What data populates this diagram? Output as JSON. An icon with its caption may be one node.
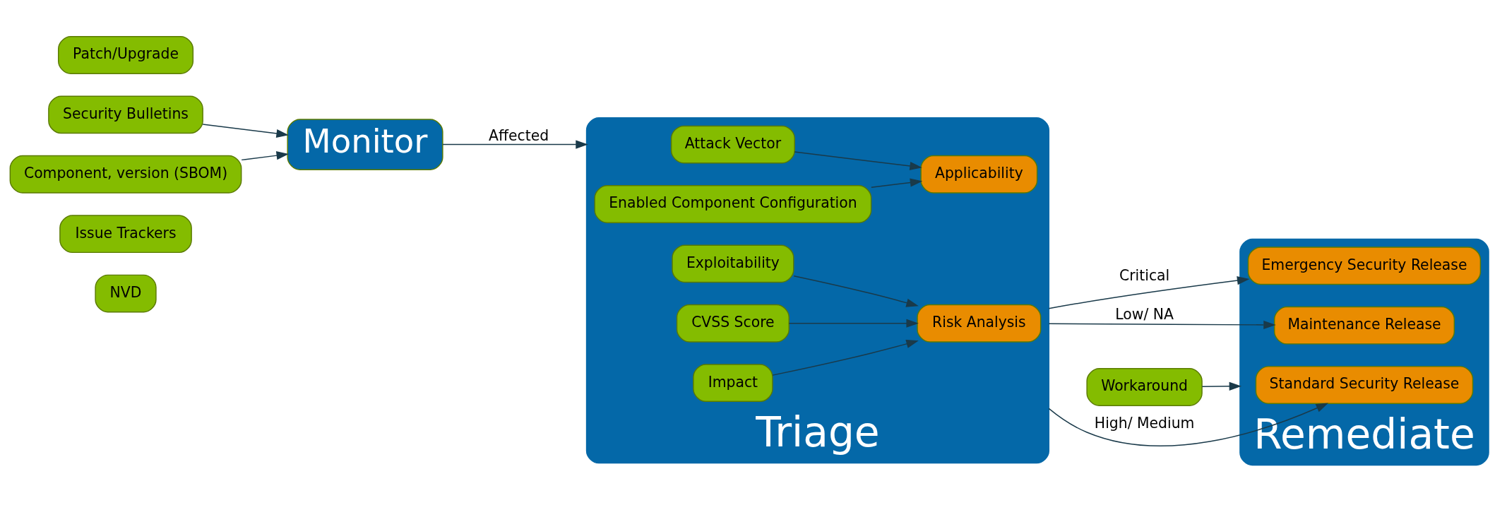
{
  "diagram": {
    "nodes": [
      {
        "text": [
          "NVD"
        ]
      },
      {
        "text": [
          "Issue Trackers"
        ]
      },
      {
        "text": [
          "Security Bulletins"
        ]
      },
      {
        "text": [
          "Monitor"
        ]
      },
      {
        "text": [
          "Component, version (SBOM)"
        ]
      },
      {
        "text": [
          "Triage"
        ]
      },
      {
        "text": [
          "Attack Vector"
        ],
        "in": 5
      },
      {
        "text": [
          "Exploitability"
        ],
        "in": 5
      },
      {
        "text": [
          "Applicability"
        ],
        "in": 5
      },
      {
        "text": [
          "Risk Analysis"
        ],
        "in": 5
      },
      {
        "text": [
          "Enabled Component Configuration"
        ],
        "in": 5
      },
      {
        "text": [
          "Impact"
        ],
        "in": 5
      },
      {
        "text": [
          "CVSS Score"
        ],
        "in": 5
      },
      {
        "text": [
          "Patch/Upgrade"
        ]
      },
      {
        "text": [
          "Workaround"
        ]
      },
      {
        "text": [
          "Remediate"
        ]
      },
      {
        "text": [
          "Emergency Security Release"
        ],
        "in": 15
      },
      {
        "text": [
          "Standard Security Release"
        ],
        "in": 15
      },
      {
        "text": [
          "Maintenance Release"
        ],
        "in": 15
      }
    ],
    "edges": [
      {
        "from": 2,
        "to": 3,
        "arrow": "to"
      },
      {
        "from": 4,
        "to": 3,
        "arrow": "to"
      },
      {
        "from": 3,
        "to": 5,
        "arrow": "to",
        "label": "Affected"
      },
      {
        "from": 6,
        "to": 8,
        "arrow": "to"
      },
      {
        "from": 10,
        "to": 8,
        "arrow": "to"
      },
      {
        "from": 7,
        "to": 9,
        "arrow": "to"
      },
      {
        "from": 11,
        "to": 9,
        "arrow": "to"
      },
      {
        "from": 12,
        "to": 9,
        "arrow": "to"
      },
      {
        "from": 14,
        "to": 15,
        "arrow": "to"
      },
      {
        "from": 5,
        "to": 16,
        "arrow": "to",
        "label": "Critical"
      },
      {
        "from": 5,
        "to": 17,
        "arrow": "to",
        "label": "High/ Medium"
      },
      {
        "from": 5,
        "to": 18,
        "arrow": "to",
        "label": "Low/ NA"
      }
    ]
  }
}
